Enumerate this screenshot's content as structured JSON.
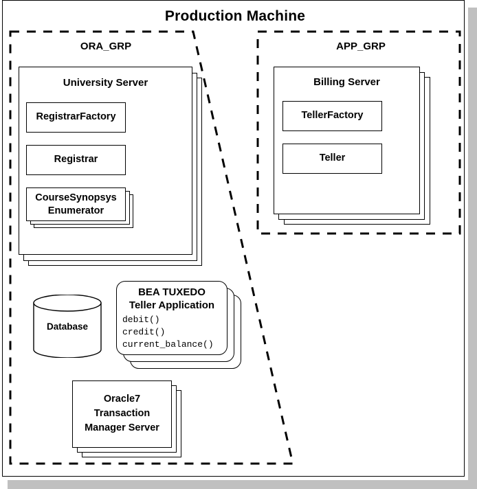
{
  "diagram": {
    "title": "Production Machine",
    "groups": [
      {
        "id": "ora",
        "label": "ORA_GRP"
      },
      {
        "id": "app",
        "label": "APP_GRP"
      }
    ],
    "servers": [
      {
        "id": "university-server",
        "label": "University Server",
        "group": "ORA_GRP",
        "stack_count": 3,
        "objects": [
          {
            "id": "registrar-factory",
            "label": "RegistrarFactory",
            "stack_count": 1
          },
          {
            "id": "registrar",
            "label": "Registrar",
            "stack_count": 1
          },
          {
            "id": "course-synopsys-enumerator",
            "label": "CourseSynopsys Enumerator",
            "line1": "CourseSynopsys",
            "line2": "Enumerator",
            "stack_count": 3
          }
        ]
      },
      {
        "id": "billing-server",
        "label": "Billing Server",
        "group": "APP_GRP",
        "stack_count": 3,
        "objects": [
          {
            "id": "teller-factory",
            "label": "TellerFactory",
            "stack_count": 1
          },
          {
            "id": "teller",
            "label": "Teller",
            "stack_count": 1
          }
        ]
      }
    ],
    "database": {
      "id": "database",
      "label": "Database",
      "shape": "cylinder"
    },
    "tuxedo_app": {
      "id": "bea-tuxedo-teller-application",
      "line1": "BEA TUXEDO",
      "line2": "Teller Application",
      "stack_count": 3,
      "methods": [
        "debit()",
        "credit()",
        "current_balance()"
      ]
    },
    "oracle_server": {
      "id": "oracle7-transaction-manager-server",
      "line1": "Oracle7",
      "line2": "Transaction",
      "line3": "Manager Server",
      "stack_count": 3
    },
    "colors": {
      "stroke": "#000000",
      "fill": "#ffffff",
      "shadow": "#c0c0c0",
      "background": "#ffffff"
    }
  }
}
